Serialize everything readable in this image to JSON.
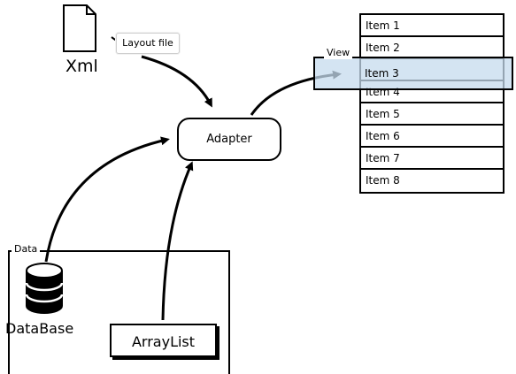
{
  "xml": {
    "label": "Xml",
    "callout": "Layout file"
  },
  "adapter": {
    "label": "Adapter"
  },
  "list": {
    "items": [
      "Item 1",
      "Item 2",
      "Item 3",
      "Item 4",
      "Item 5",
      "Item 6",
      "Item 7",
      "Item 8"
    ],
    "selected": "Item 3",
    "view_label": "View"
  },
  "data": {
    "label": "Data",
    "database_label": "DataBase",
    "arraylist_label": "ArrayList"
  }
}
